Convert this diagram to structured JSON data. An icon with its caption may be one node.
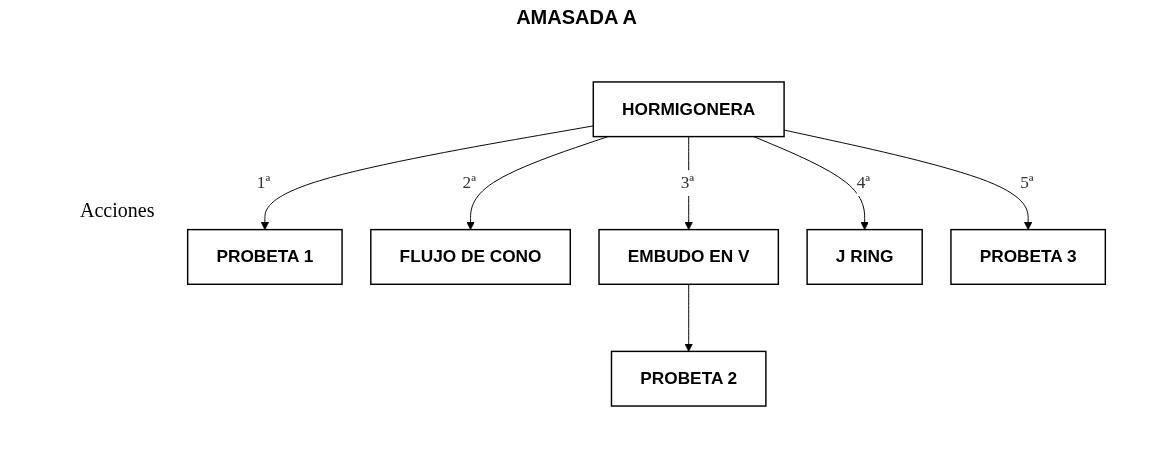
{
  "diagram": {
    "title": "AMASADA A",
    "nodes": [
      {
        "text": [
          "HORMIGONERA"
        ]
      },
      {
        "text": [
          "PROBETA 1"
        ]
      },
      {
        "text": [
          "FLUJO DE CONO"
        ]
      },
      {
        "text": [
          "EMBUDO EN V"
        ]
      },
      {
        "text": [
          "J RING"
        ]
      },
      {
        "text": [
          "PROBETA 3"
        ]
      },
      {
        "text": [
          "PROBETA 2"
        ]
      }
    ],
    "edges": [
      {
        "from": 0,
        "to": 1,
        "arrow": "to",
        "label": "1ª"
      },
      {
        "from": 0,
        "to": 2,
        "arrow": "to",
        "label": "2ª"
      },
      {
        "from": 0,
        "to": 3,
        "arrow": "to",
        "label": "3ª"
      },
      {
        "from": 0,
        "to": 4,
        "arrow": "to",
        "label": "4ª"
      },
      {
        "from": 0,
        "to": 5,
        "arrow": "to",
        "label": "5ª"
      },
      {
        "from": 3,
        "to": 6,
        "arrow": "to"
      }
    ],
    "labels": [
      "Acciones"
    ]
  }
}
